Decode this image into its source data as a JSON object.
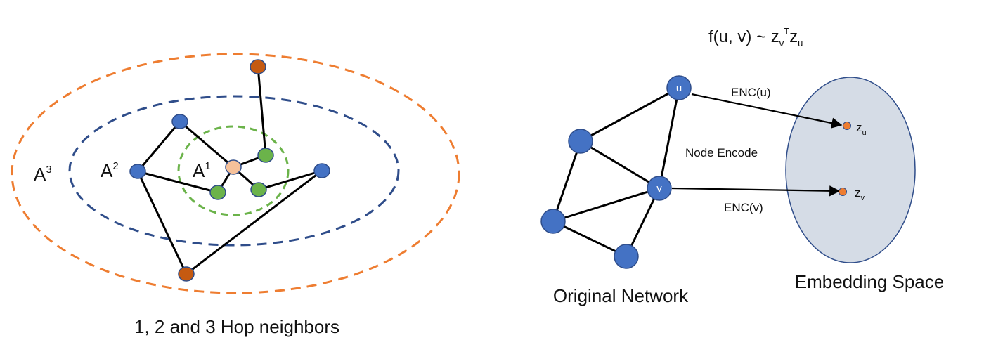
{
  "left_panel": {
    "caption": "1, 2 and 3 Hop neighbors",
    "hop_labels": [
      {
        "base": "A",
        "exp": "3"
      },
      {
        "base": "A",
        "exp": "2"
      },
      {
        "base": "A",
        "exp": "1"
      }
    ],
    "ring_colors": {
      "hop1": "#6bb34a",
      "hop2": "#2f4d8a",
      "hop3": "#ee7d31"
    },
    "node_colors": {
      "center": "#f6c19a",
      "hop1": "#6bb34a",
      "hop2": "#4472c4",
      "hop3": "#c55a11"
    }
  },
  "right_panel": {
    "formula": {
      "prefix": "f(u, v) ~ z",
      "sub1": "v",
      "sup": "T",
      "mid": "z",
      "sub2": "u"
    },
    "node_u_label": "u",
    "node_v_label": "v",
    "enc_u_label": "ENC(u)",
    "enc_v_label": "ENC(v)",
    "node_encode_label": "Node Encode",
    "z_u": {
      "base": "z",
      "sub": "u"
    },
    "z_v": {
      "base": "z",
      "sub": "v"
    },
    "network_caption": "Original Network",
    "embedding_caption": "Embedding Space",
    "colors": {
      "node": "#4472c4",
      "embed_fill": "#d5dce6",
      "embed_stroke": "#2f4d8a",
      "point": "#ee7d31"
    }
  }
}
